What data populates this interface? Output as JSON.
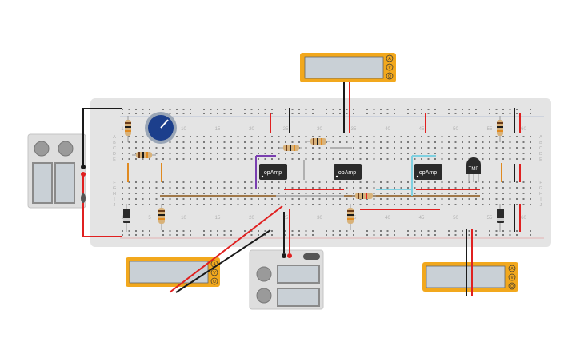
{
  "breadboard": {
    "column_numbers": [
      "1",
      "5",
      "10",
      "15",
      "20",
      "25",
      "30",
      "35",
      "40",
      "45",
      "50",
      "55",
      "60"
    ],
    "row_letters_top": [
      "A",
      "B",
      "C",
      "D",
      "E"
    ],
    "row_letters_bottom": [
      "F",
      "G",
      "H",
      "I",
      "J"
    ]
  },
  "components": {
    "opamp_labels": [
      "opAmp",
      "opAmp",
      "opAmp"
    ],
    "temp_sensor_label": "TMP"
  },
  "multimeters": [
    {
      "name": "top",
      "buttons": [
        "A",
        "V",
        "Ω"
      ]
    },
    {
      "name": "bottom-left",
      "buttons": [
        "A",
        "V",
        "Ω"
      ]
    },
    {
      "name": "bottom-right",
      "buttons": [
        "A",
        "V",
        "Ω"
      ]
    }
  ],
  "colors": {
    "breadboard": "#e4e4e4",
    "multimeter_frame": "#f2a81d",
    "multimeter_screen": "#c9d0d6",
    "wire_red": "#e02020",
    "wire_black": "#1a1a1a",
    "chip": "#2b2b2b",
    "pot_blue": "#1c3f8c"
  }
}
